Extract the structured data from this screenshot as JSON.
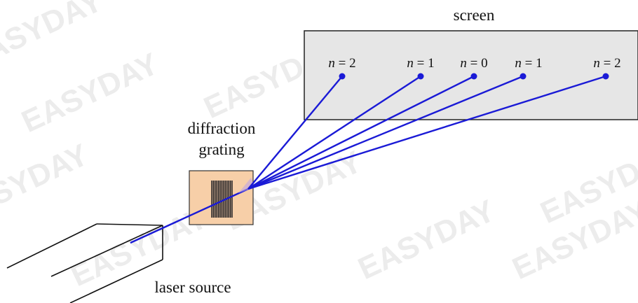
{
  "labels": {
    "screen": "screen",
    "grating_line1": "diffraction",
    "grating_line2": "grating",
    "laser": "laser source"
  },
  "orders": [
    {
      "var": "n",
      "eq": " = ",
      "value": "2"
    },
    {
      "var": "n",
      "eq": " = ",
      "value": "1"
    },
    {
      "var": "n",
      "eq": " = ",
      "value": "0"
    },
    {
      "var": "n",
      "eq": " = ",
      "value": "1"
    },
    {
      "var": "n",
      "eq": " = ",
      "value": "2"
    }
  ],
  "watermark": "EASYDAY",
  "colors": {
    "beam": "#1a1ad6",
    "screen_fill": "#e6e6e6",
    "grating_fill": "#f7cfa8",
    "grating_lines": "#222222",
    "outline": "#222222"
  }
}
